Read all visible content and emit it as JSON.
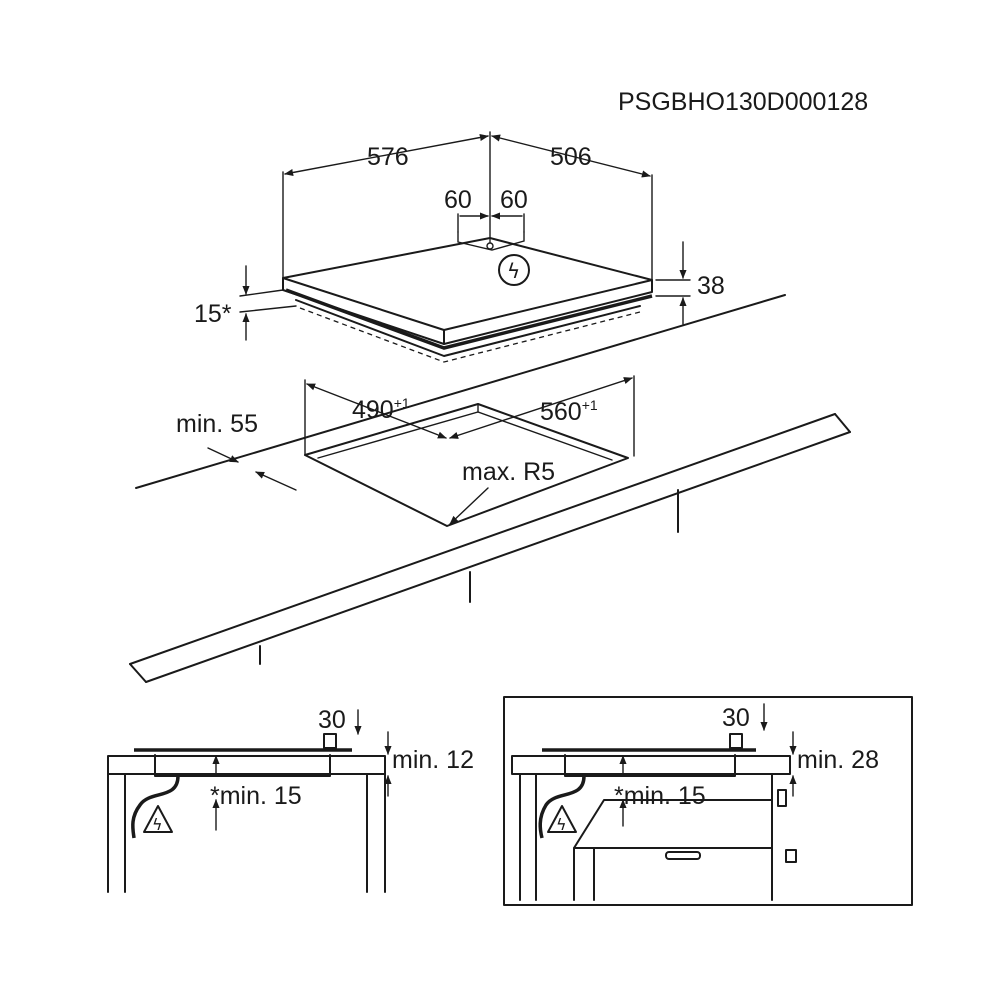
{
  "drawing_code": "PSGBHO130D000128",
  "hob_dimensions": {
    "width": "576",
    "depth": "506",
    "offset_left": "60",
    "offset_right": "60",
    "height": "38",
    "clearance": "15*"
  },
  "cutout_dimensions": {
    "width_base": "490",
    "width_tol": "+1",
    "depth_base": "560",
    "depth_tol": "+1",
    "edge_distance": "min. 55",
    "corner_radius": "max. R5"
  },
  "section_left": {
    "top_gap": "30",
    "thickness": "min. 12",
    "bottom_gap": "*min. 15"
  },
  "section_right": {
    "top_gap": "30",
    "thickness": "min. 28",
    "bottom_gap": "*min. 15"
  },
  "warning_symbol": "electrical-hazard-icon"
}
